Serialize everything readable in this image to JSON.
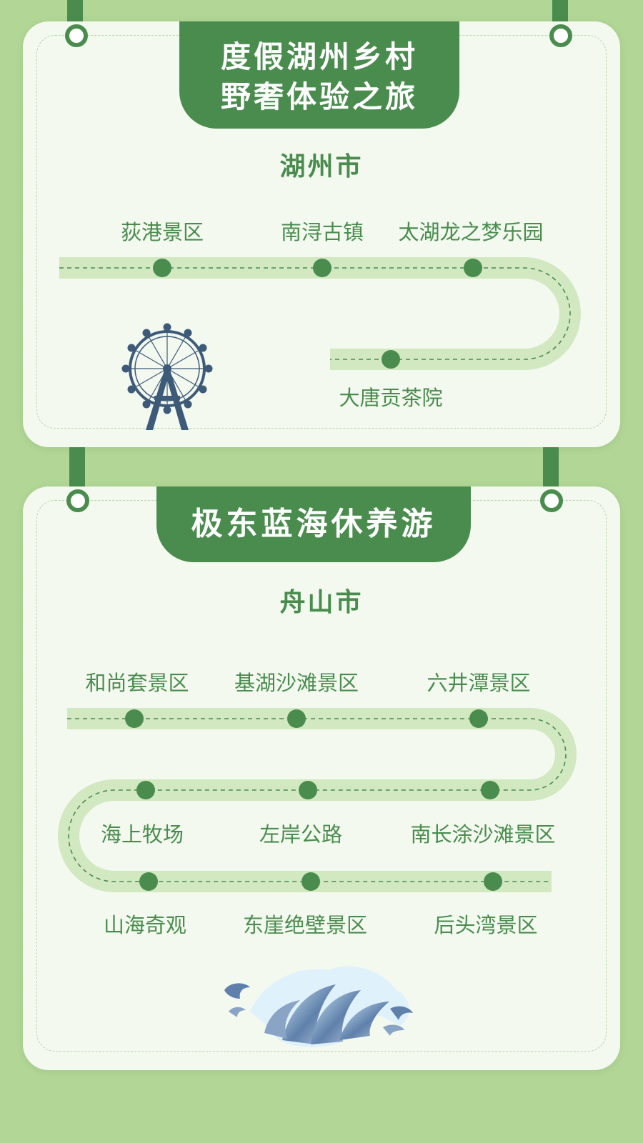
{
  "cards": [
    {
      "title_lines": [
        "度假湖州乡村",
        "野奢体验之旅"
      ],
      "city": "湖州市",
      "stops": [
        "荻港景区",
        "南浔古镇",
        "太湖龙之梦乐园",
        "大唐贡茶院"
      ],
      "illustration": "ferris-wheel-icon"
    },
    {
      "title_lines": [
        "极东蓝海休养游"
      ],
      "city": "舟山市",
      "stops": [
        "和尚套景区",
        "基湖沙滩景区",
        "六井潭景区",
        "海上牧场",
        "左岸公路",
        "南长涂沙滩景区",
        "山海奇观",
        "东崖绝壁景区",
        "后头湾景区"
      ],
      "illustration": "wave-icon"
    }
  ],
  "colors": {
    "background": "#b2d696",
    "card": "#f3f9ef",
    "accent": "#4a8c4e",
    "road": "#d1e8c1",
    "illustration": "#3d5a78"
  }
}
